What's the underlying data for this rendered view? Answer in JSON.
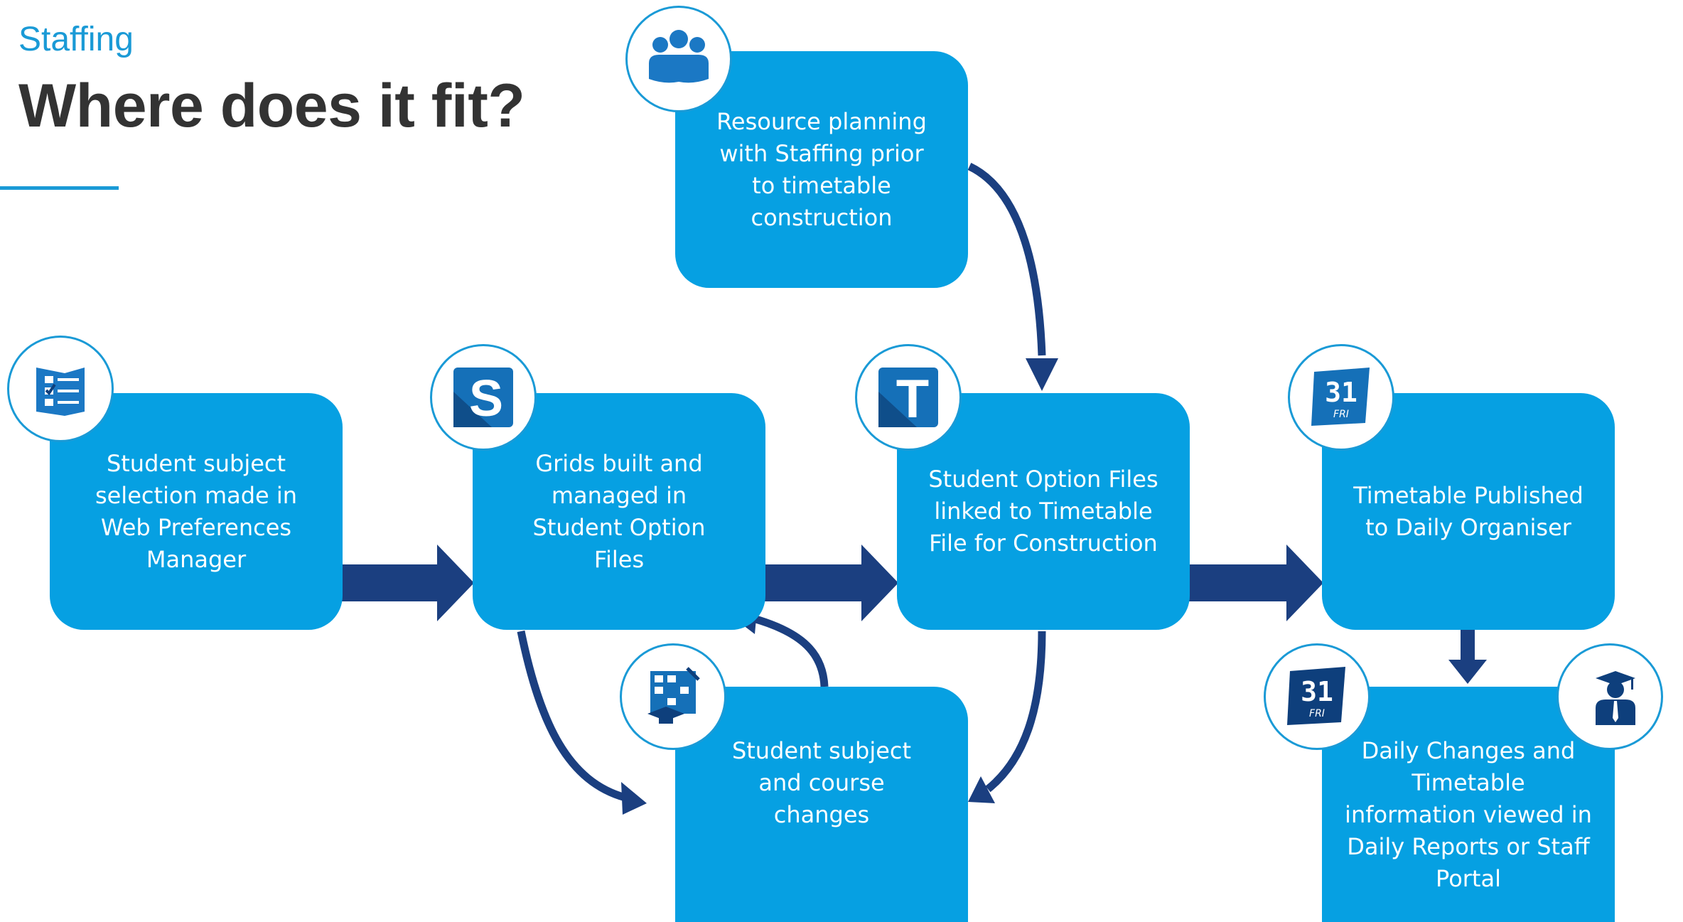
{
  "header": {
    "section": "Staffing",
    "title": "Where does it fit?"
  },
  "colors": {
    "accent": "#1a9ad6",
    "box_fill": "#06a0e2",
    "arrow": "#1b3f80",
    "title": "#333333"
  },
  "boxes": {
    "resource_planning": "Resource planning with Staffing prior to timetable construction",
    "web_preferences": "Student subject selection made in Web Preferences Manager",
    "grids_built": "Grids built and managed in Student Option Files",
    "option_files_linked": "Student Option Files linked to Timetable File for Construction",
    "timetable_published": "Timetable Published to Daily Organiser",
    "subject_changes": "Student subject and course changes",
    "daily_changes": "Daily Changes and Timetable information viewed in Daily Reports or Staff Portal"
  },
  "icons": {
    "resource_planning": "people-group-icon",
    "web_preferences": "checklist-form-icon",
    "grids_built": "s-app-icon",
    "option_files_linked": "t-app-icon",
    "timetable_published": "calendar-31-fri-icon",
    "subject_changes": "grid-graduation-cap-icon",
    "daily_changes_left": "calendar-31-fri-icon",
    "daily_changes_right": "staff-graduate-icon"
  },
  "calendar": {
    "day": "31",
    "weekday": "FRI"
  },
  "s_app": {
    "letter": "S"
  },
  "t_app": {
    "letter": "T"
  }
}
